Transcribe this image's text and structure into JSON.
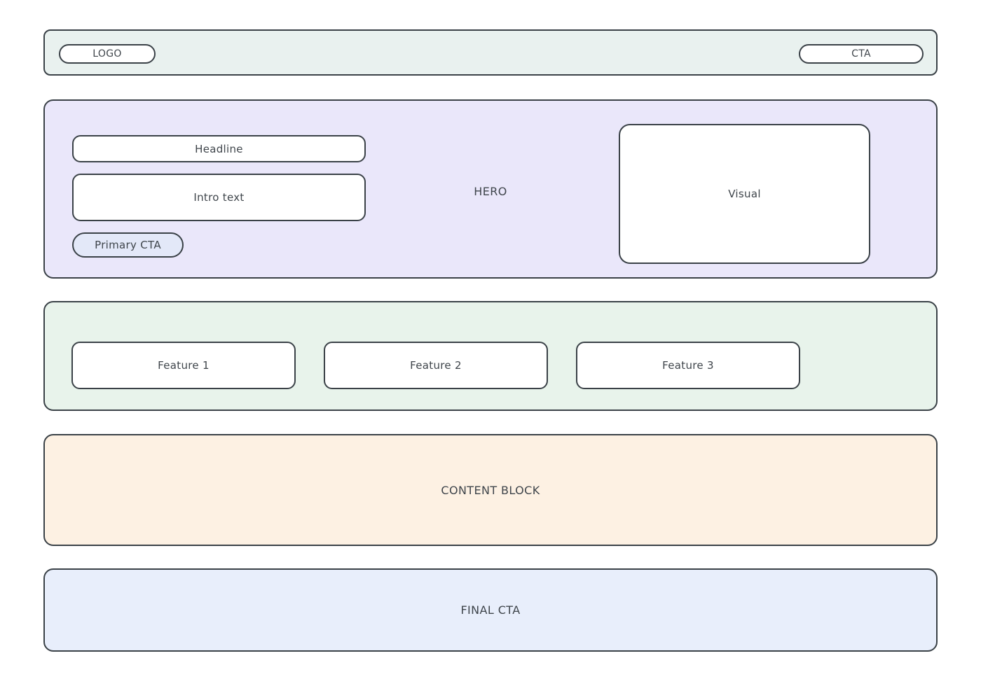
{
  "navbar": {
    "logo_label": "LOGO",
    "cta_label": "CTA"
  },
  "hero": {
    "section_label": "HERO",
    "headline_label": "Headline",
    "intro_label": "Intro text",
    "primary_cta_label": "Primary CTA",
    "visual_label": "Visual"
  },
  "features": {
    "items": [
      {
        "label": "Feature 1"
      },
      {
        "label": "Feature 2"
      },
      {
        "label": "Feature 3"
      }
    ]
  },
  "content_block": {
    "label": "CONTENT BLOCK"
  },
  "final_cta": {
    "label": "FINAL CTA"
  },
  "colors": {
    "border": "#3a4147",
    "text": "#3f454b",
    "topbar_bg": "#e9f1ef",
    "hero_bg": "#eae7fa",
    "features_bg": "#e8f3eb",
    "content_bg": "#fdf1e3",
    "final_bg": "#e8eefb",
    "primary_cta_bg": "#e3e8f8",
    "box_bg": "#ffffff"
  }
}
